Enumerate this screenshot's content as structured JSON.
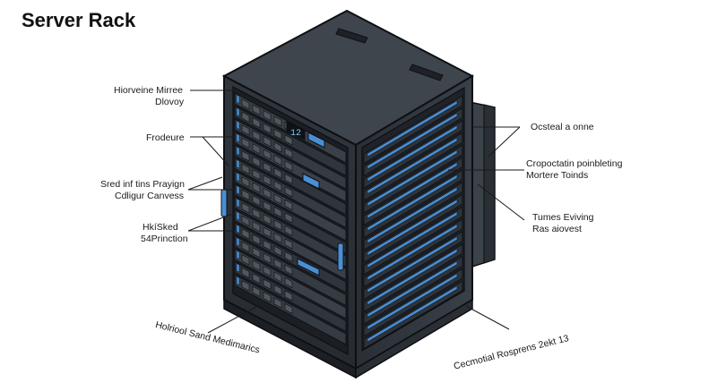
{
  "title": "Server Rack",
  "labels": {
    "top_left": [
      "Hiorveine Mirree",
      "Dlovoy"
    ],
    "mid_left_1": [
      "Frodeure"
    ],
    "mid_left_2": [
      "Sred inf tins Prayign",
      "Cdligur Canvess"
    ],
    "mid_left_3": [
      "HkíSked",
      "54Prinction"
    ],
    "bottom_left": "Holriool Sand Medimarics",
    "top_right": [
      "Ocsteal a onne"
    ],
    "mid_right_1": [
      "Cropoctatin poinbleting",
      "Mortere Toinds"
    ],
    "mid_right_2": [
      "Tumes Eviving",
      "Ras aiovest"
    ],
    "bottom_right": "Cecmotial Rosprens 2ekt 13"
  },
  "display": {
    "front_digits": "12"
  },
  "colors": {
    "rack_dark": "#2b3037",
    "rack_side": "#3a4048",
    "rack_top": "#3f454d",
    "accent_blue": "#4a8fd4",
    "panel_gray": "#5d646d",
    "outline": "#0d0f12"
  }
}
